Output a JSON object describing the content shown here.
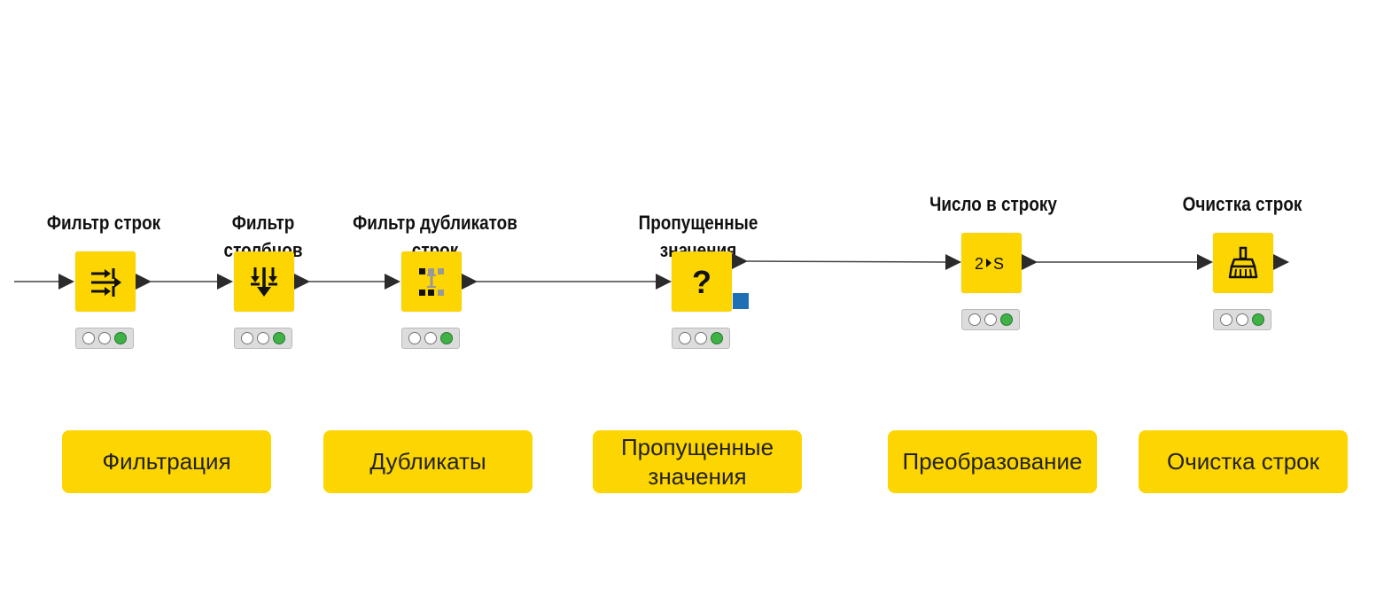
{
  "colors": {
    "node_fill": "#fdd500",
    "category_fill": "#fdd500",
    "status_green": "#3fb145",
    "flow_port": "#1f6fb5",
    "connection": "#444444"
  },
  "nodes": [
    {
      "title": "Фильтр строк",
      "icon": "row-filter-icon",
      "status": [
        "idle",
        "idle",
        "executed"
      ]
    },
    {
      "title": "Фильтр\nстолбцов",
      "icon": "column-filter-icon",
      "status": [
        "idle",
        "idle",
        "executed"
      ]
    },
    {
      "title": "Фильтр дубликатов\nстрок",
      "icon": "duplicate-row-filter-icon",
      "status": [
        "idle",
        "idle",
        "executed"
      ]
    },
    {
      "title": "Пропущенные\nзначения",
      "icon": "missing-value-icon",
      "status": [
        "idle",
        "idle",
        "executed"
      ]
    },
    {
      "title": "Число в строку",
      "icon": "number-to-string-icon",
      "status": [
        "idle",
        "idle",
        "executed"
      ]
    },
    {
      "title": "Очистка строк",
      "icon": "string-cleaner-icon",
      "status": [
        "idle",
        "idle",
        "executed"
      ]
    }
  ],
  "categories": [
    {
      "label": "Фильтрация"
    },
    {
      "label": "Дубликаты"
    },
    {
      "label": "Пропущенные\nзначения"
    },
    {
      "label": "Преобразование"
    },
    {
      "label": "Очистка строк"
    }
  ]
}
